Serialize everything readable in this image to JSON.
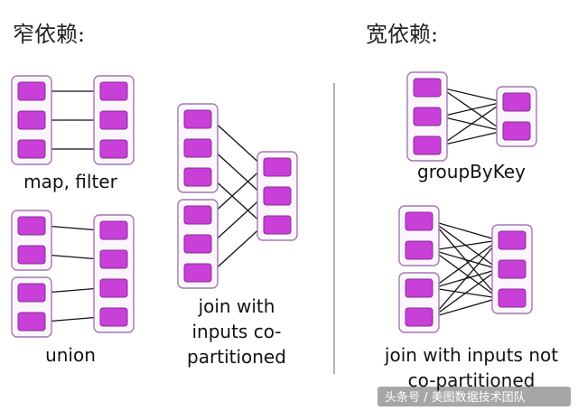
{
  "headings": {
    "narrow": "窄依赖:",
    "wide": "宽依赖:"
  },
  "captions": {
    "map_filter": "map, filter",
    "union": "union",
    "join_copart_line1": "join with",
    "join_copart_line2": "inputs co-",
    "join_copart_line3": "partitioned",
    "group_by_key": "groupByKey",
    "join_not_copart_line1": "join with inputs not",
    "join_not_copart_line2": "co-partitioned"
  },
  "watermark": "头条号 / 美图数据技术团队",
  "colors": {
    "partition_fill": "#c840d8",
    "partition_stroke": "#8a2a9a",
    "group_stroke": "#a07ab0",
    "group_fill": "#fbf6fc",
    "edge": "#111111",
    "divider": "#9a9a9a"
  },
  "diagrams": {
    "map_filter": {
      "left_groups": [
        3
      ],
      "right_groups": [
        3
      ],
      "edges": [
        [
          0,
          0
        ],
        [
          1,
          1
        ],
        [
          2,
          2
        ]
      ]
    },
    "union": {
      "left_groups": [
        2,
        2
      ],
      "right_groups": [
        4
      ],
      "edges": [
        [
          0,
          0
        ],
        [
          1,
          1
        ],
        [
          2,
          2
        ],
        [
          3,
          3
        ]
      ]
    },
    "join_copartitioned": {
      "left_groups": [
        3,
        3
      ],
      "right_groups": [
        3
      ],
      "edges": [
        [
          0,
          0
        ],
        [
          1,
          1
        ],
        [
          2,
          2
        ],
        [
          3,
          0
        ],
        [
          4,
          1
        ],
        [
          5,
          2
        ]
      ]
    },
    "group_by_key": {
      "left_groups": [
        3
      ],
      "right_groups": [
        2
      ],
      "edges": [
        [
          0,
          0
        ],
        [
          0,
          1
        ],
        [
          1,
          0
        ],
        [
          1,
          1
        ],
        [
          2,
          0
        ],
        [
          2,
          1
        ]
      ]
    },
    "join_not_copartitioned": {
      "left_groups": [
        2,
        2
      ],
      "right_groups": [
        3
      ],
      "edges": [
        [
          0,
          0
        ],
        [
          0,
          1
        ],
        [
          0,
          2
        ],
        [
          1,
          0
        ],
        [
          1,
          1
        ],
        [
          1,
          2
        ],
        [
          2,
          0
        ],
        [
          2,
          1
        ],
        [
          2,
          2
        ],
        [
          3,
          0
        ],
        [
          3,
          1
        ],
        [
          3,
          2
        ]
      ]
    }
  }
}
